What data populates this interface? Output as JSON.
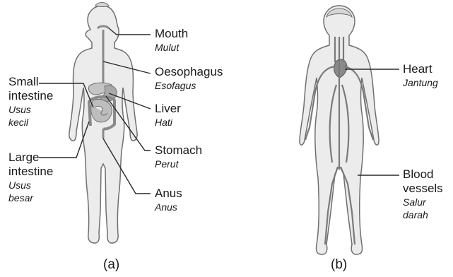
{
  "panel_a": {
    "labels": {
      "mouth": {
        "en": "Mouth",
        "ms": "Mulut"
      },
      "oesophagus": {
        "en": "Oesophagus",
        "ms": "Esofagus"
      },
      "liver": {
        "en": "Liver",
        "ms": "Hati"
      },
      "stomach": {
        "en": "Stomach",
        "ms": "Perut"
      },
      "anus": {
        "en": "Anus",
        "ms": "Anus"
      },
      "small_intestine": {
        "en1": "Small",
        "en2": "intestine",
        "ms1": "Usus",
        "ms2": "kecil"
      },
      "large_intestine": {
        "en1": "Large",
        "en2": "intestine",
        "ms1": "Usus",
        "ms2": "besar"
      }
    },
    "caption": "(a)"
  },
  "panel_b": {
    "labels": {
      "heart": {
        "en": "Heart",
        "ms": "Jantung"
      },
      "blood_vessels": {
        "en1": "Blood",
        "en2": "vessels",
        "ms1": "Salur",
        "ms2": "darah"
      }
    },
    "caption": "(b)"
  },
  "colors": {
    "body_fill": "#ececec",
    "outline": "#6f6f6f",
    "organ": "#b5b5b5",
    "line": "#2a2a2a"
  }
}
